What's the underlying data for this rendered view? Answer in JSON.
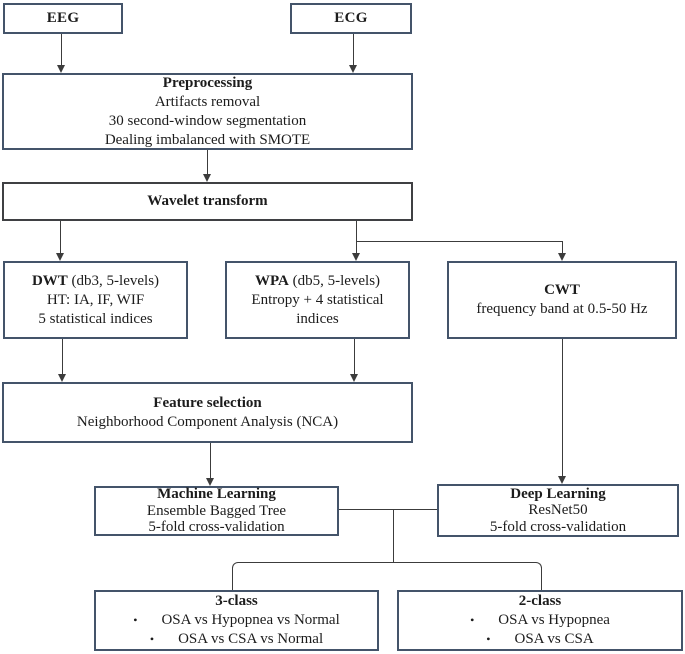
{
  "bullet_char": "•",
  "colors": {
    "box_border": "#44546a",
    "wavelet_border": "#3f4043",
    "connector": "#3c3c3c",
    "text": "#1c1c1c",
    "background": "#ffffff"
  },
  "inputs": {
    "eeg_label": "EEG",
    "ecg_label": "ECG"
  },
  "preprocessing": {
    "title": "Preprocessing",
    "lines": [
      "Artifacts removal",
      "30 second-window segmentation",
      "Dealing imbalanced with SMOTE"
    ]
  },
  "wavelet": {
    "title": "Wavelet transform"
  },
  "dwt": {
    "title_bold": "DWT",
    "title_rest": " (db3, 5-levels)",
    "lines": [
      "HT: IA, IF, WIF",
      "5 statistical indices"
    ]
  },
  "wpa": {
    "title_bold": "WPA",
    "title_rest": " (db5, 5-levels)",
    "lines": [
      "Entropy + 4 statistical",
      "indices"
    ]
  },
  "cwt": {
    "title": "CWT",
    "lines": [
      "frequency band at 0.5-50 Hz"
    ]
  },
  "feature_selection": {
    "title": "Feature selection",
    "lines": [
      "Neighborhood Component Analysis (NCA)"
    ]
  },
  "machine_learning": {
    "title": "Machine Learning",
    "lines": [
      "Ensemble Bagged Tree",
      "5-fold cross-validation"
    ]
  },
  "deep_learning": {
    "title": "Deep Learning",
    "lines": [
      "ResNet50",
      "5-fold cross-validation"
    ]
  },
  "three_class": {
    "title": "3-class",
    "bullets": [
      "OSA vs Hypopnea vs Normal",
      "OSA vs CSA vs Normal"
    ]
  },
  "two_class": {
    "title": "2-class",
    "bullets": [
      "OSA vs Hypopnea",
      "OSA vs CSA"
    ]
  }
}
